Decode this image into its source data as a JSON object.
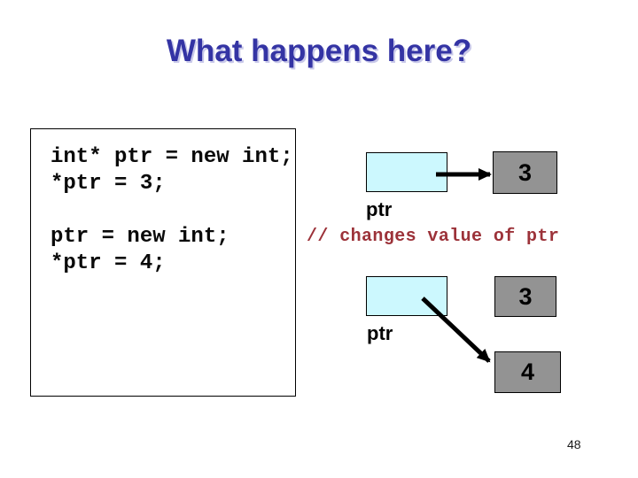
{
  "slide": {
    "title": "What happens here?",
    "page_number": "48",
    "code": {
      "line1": "int* ptr = new int;",
      "line2": "*ptr = 3;",
      "line3": "ptr = new int;",
      "line4": "*ptr = 4;"
    },
    "comment": "// changes value of ptr",
    "diagram_first": {
      "pointer_label": "ptr",
      "value": "3"
    },
    "diagram_second": {
      "pointer_label": "ptr",
      "old_value": "3",
      "new_value": "4"
    }
  },
  "colors": {
    "title_blue": "#3434A4",
    "title_shadow": "#C9C9E9",
    "pointer_box_fill": "#CCF8FE",
    "value_box_fill": "#939393",
    "comment_red": "#9C3239"
  }
}
